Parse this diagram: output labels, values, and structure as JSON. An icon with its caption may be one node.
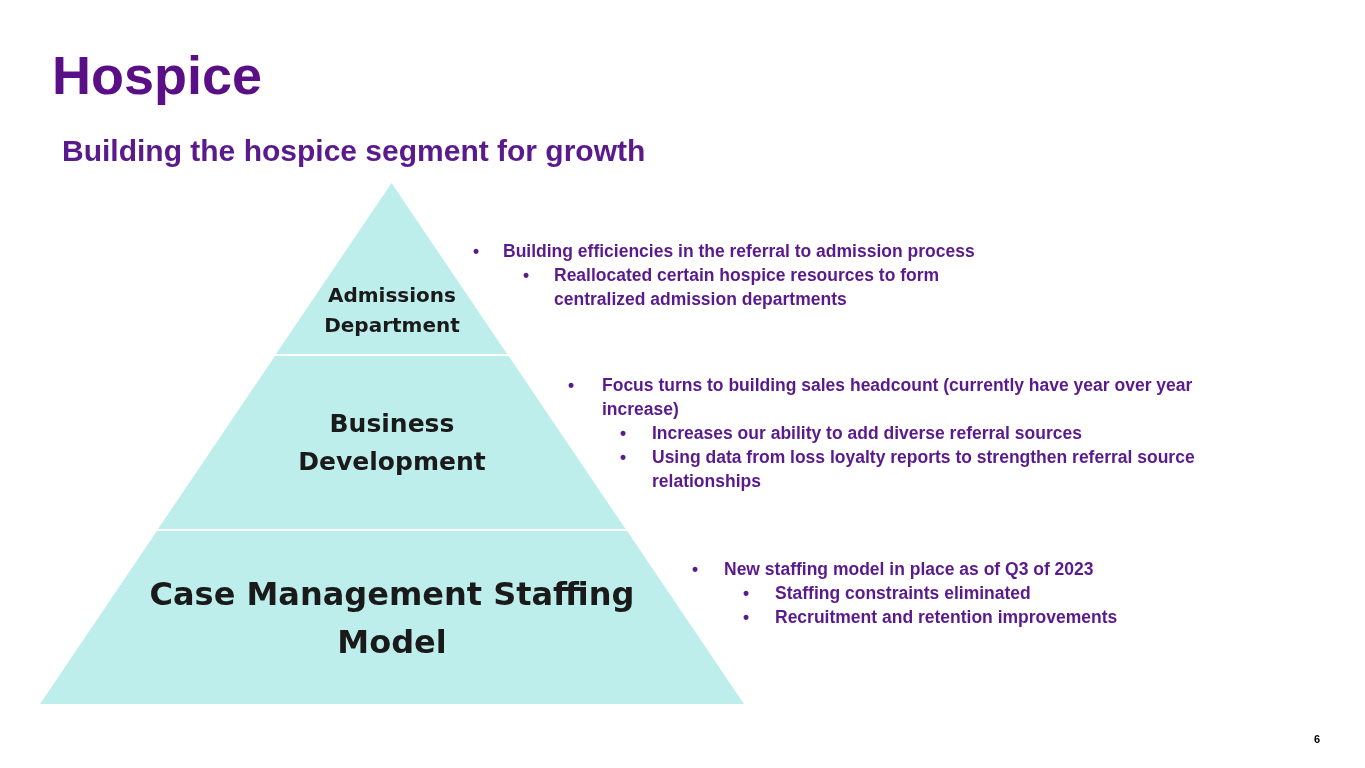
{
  "diagram": {
    "title": "Hospice",
    "nodes": [
      {
        "text": [
          "Admissions Department"
        ]
      },
      {
        "text": [
          "Business Development"
        ]
      },
      {
        "text": [
          "Case Management Staffing Model"
        ]
      }
    ],
    "labels": [
      "Building the hospice segment for growth",
      "•",
      "Building efficiencies in the referral to admission process",
      "•",
      "Reallocated certain hospice resources to form centralized admission departments",
      "•",
      "Focus turns to building sales headcount (currently have year over year increase)",
      "•",
      "Increases our ability to add diverse referral sources",
      "•",
      "Using data from loss loyalty reports to strengthen referral source relationships",
      "•",
      "New staffing model in place as of Q3 of 2023",
      "•",
      "Staffing constraints eliminated",
      "•",
      "Recruitment and retention improvements",
      "6"
    ]
  }
}
